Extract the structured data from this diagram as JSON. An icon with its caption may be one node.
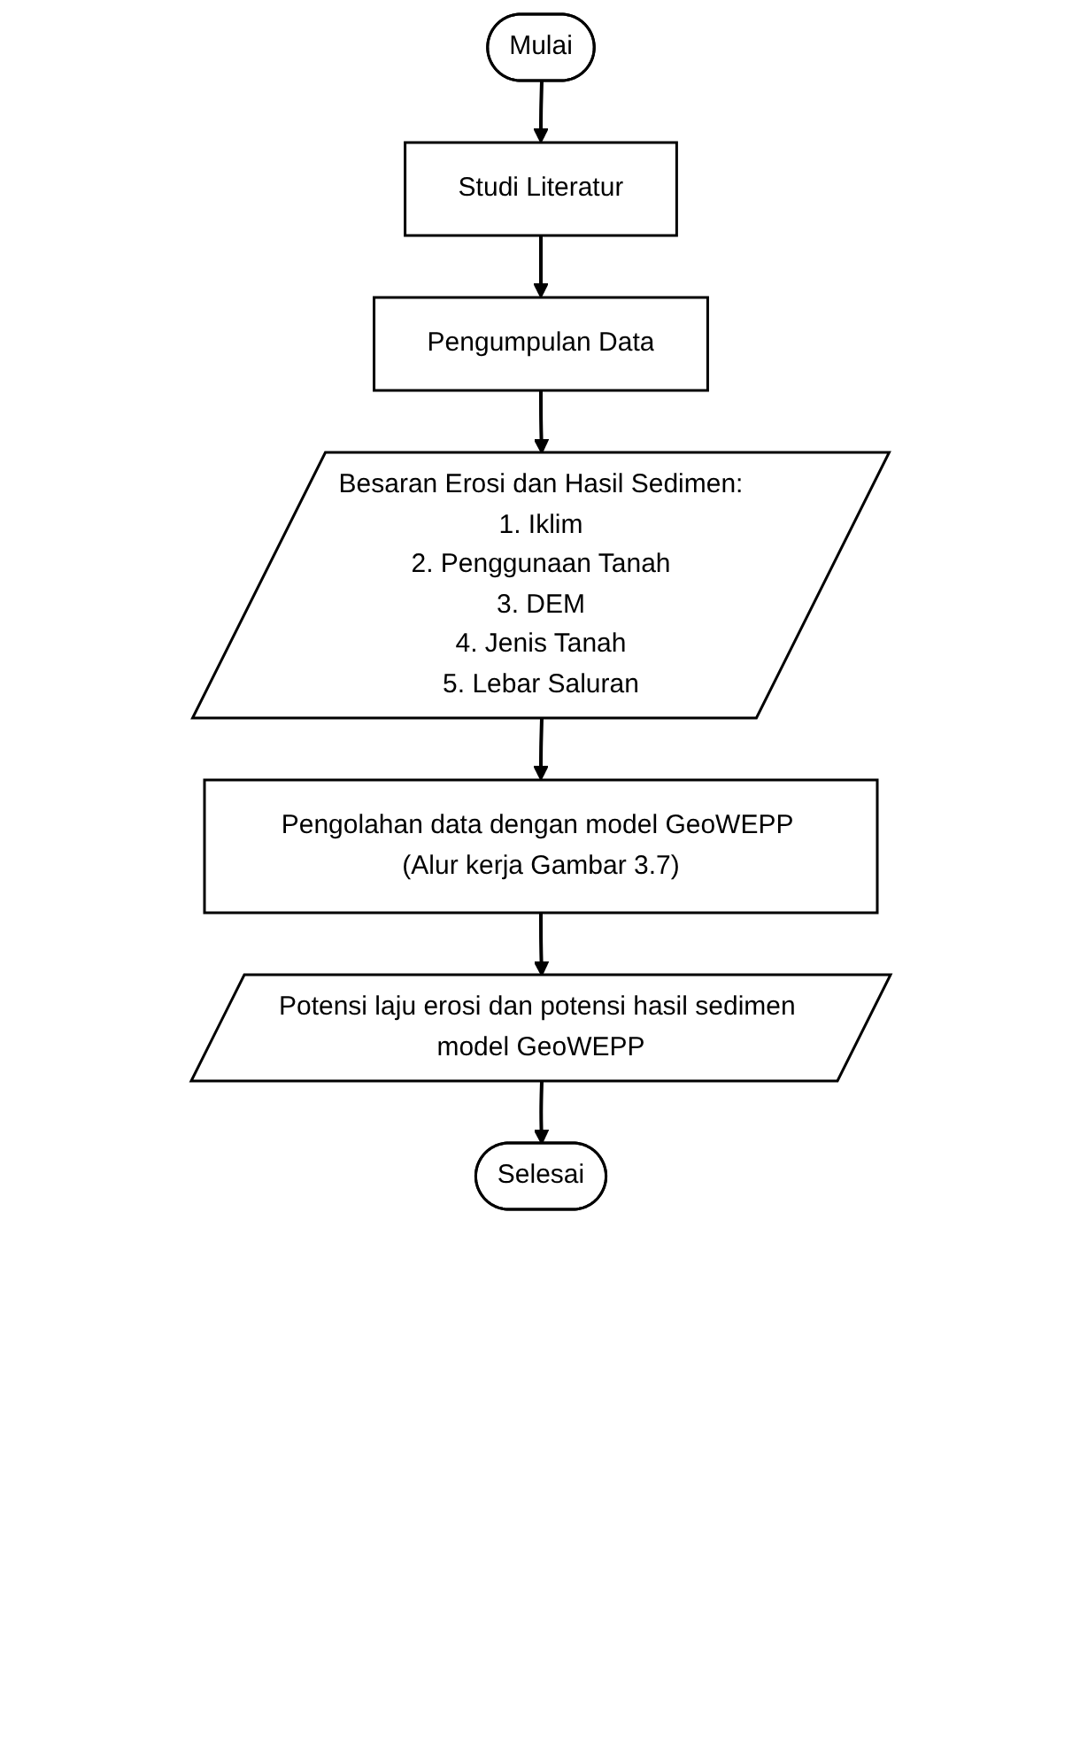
{
  "diagram": {
    "nodes": [
      {
        "text": [
          "Mulai"
        ]
      },
      {
        "text": [
          "Studi Literatur"
        ]
      },
      {
        "text": [
          "Pengumpulan Data"
        ]
      },
      {
        "text": [
          "Besaran Erosi dan Hasil Sedimen:",
          "1. Iklim",
          "2. Penggunaan Tanah",
          "3. DEM",
          "4. Jenis Tanah",
          "5. Lebar Saluran"
        ]
      },
      {
        "text": [
          "Pengolahan data dengan model GeoWEPP (Alur kerja Gambar 3.7)"
        ]
      },
      {
        "text": [
          "Potensi laju erosi dan potensi hasil sedimen model GeoWEPP"
        ]
      },
      {
        "text": [
          "Selesai"
        ]
      }
    ],
    "edges": [
      {
        "from": 0,
        "to": 1,
        "arrow": "to"
      },
      {
        "from": 1,
        "to": 2,
        "arrow": "to"
      },
      {
        "from": 2,
        "to": 3,
        "arrow": "to"
      },
      {
        "from": 3,
        "to": 4,
        "arrow": "to"
      },
      {
        "from": 4,
        "to": 5,
        "arrow": "to"
      },
      {
        "from": 5,
        "to": 6,
        "arrow": "to"
      }
    ]
  }
}
